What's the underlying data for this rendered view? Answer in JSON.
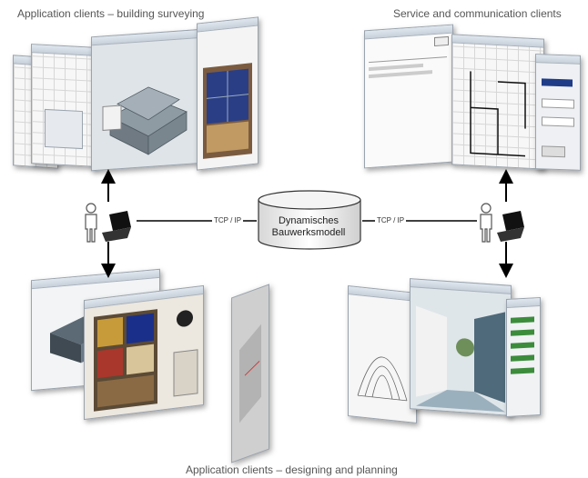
{
  "labels": {
    "top_left": "Application clients – building surveying",
    "top_right": "Service and communication clients",
    "bottom": "Application clients – designing and planning"
  },
  "center": {
    "db_line1": "Dynamisches",
    "db_line2": "Bauwerksmodell"
  },
  "connections": {
    "left": "TCP / IP",
    "right": "TCP / IP"
  },
  "icons": {
    "person": "person-icon",
    "laptop": "laptop-icon",
    "database": "database-cylinder-icon",
    "arrow": "arrow-icon"
  }
}
